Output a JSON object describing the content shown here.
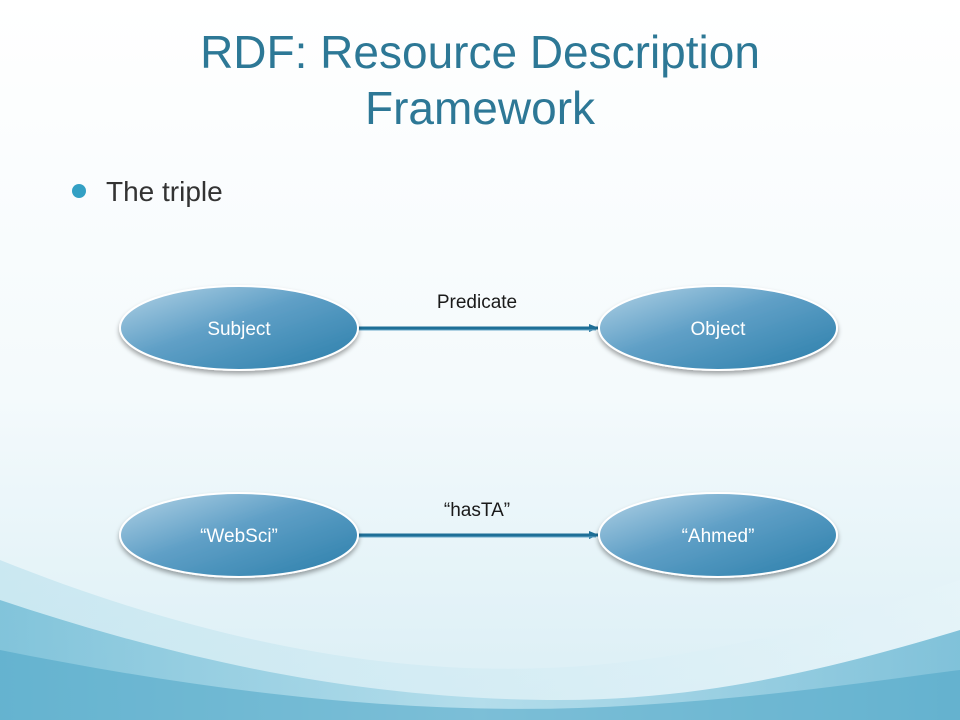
{
  "slide": {
    "title_line1": "RDF: Resource Description",
    "title_line2": "Framework",
    "bullet": "The triple"
  },
  "diagram": {
    "rows": [
      {
        "subject": "Subject",
        "predicate": "Predicate",
        "object": "Object"
      },
      {
        "subject": "“WebSci”",
        "predicate": "“hasTA”",
        "object": "“Ahmed”"
      }
    ]
  },
  "colors": {
    "title": "#2d7896",
    "bullet": "#33a0c4",
    "node_dark": "#2e83ad",
    "node_light": "#a9cbe0",
    "wave": "#6bb9d4"
  }
}
